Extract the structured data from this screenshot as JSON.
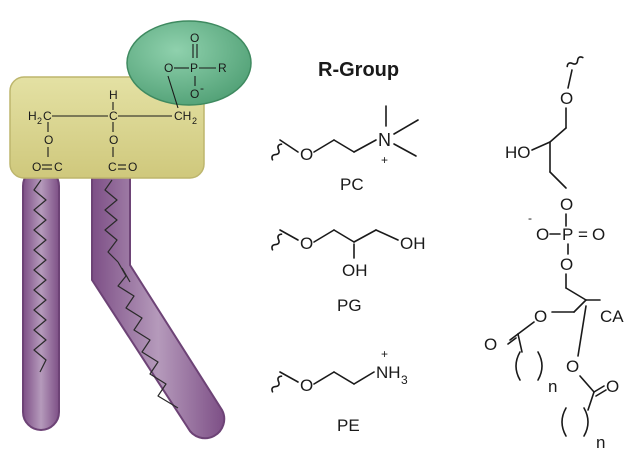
{
  "left": {
    "headgroup": {
      "o_ester": "O",
      "p": "P",
      "o_double": "O",
      "o_minus": "O",
      "minus": "-",
      "r": "R"
    },
    "glycerol": {
      "h2c": "H",
      "h2c_sub": "2",
      "h2c_c": "C",
      "h": "H",
      "c_mid": "C",
      "ch2_c": "CH",
      "ch2_sub": "2"
    },
    "esters": {
      "o1": "O",
      "o2": "O",
      "c1": "C",
      "c2": "C",
      "oc1": "O",
      "oc2": "O",
      "eq": "="
    }
  },
  "rgroup": {
    "heading": "R-Group",
    "pc": {
      "o": "O",
      "n": "N",
      "plus": "+",
      "label": "PC"
    },
    "pg": {
      "o": "O",
      "oh1": "OH",
      "oh2": "OH",
      "label": "PG"
    },
    "pe": {
      "o": "O",
      "nh3": "NH",
      "nh3_sub": "3",
      "plus": "+",
      "label": "PE"
    }
  },
  "ca": {
    "o_top": "O",
    "ho": "HO",
    "o_mid": "O",
    "minus": "-",
    "o_p": "O",
    "p": "P",
    "eq": "=",
    "o_dbl": "O",
    "o_low": "O",
    "o_ester1": "O",
    "o_ester2": "O",
    "o_carb1": "O",
    "o_carb2": "O",
    "n1": "n",
    "n2": "n",
    "label": "CA"
  }
}
